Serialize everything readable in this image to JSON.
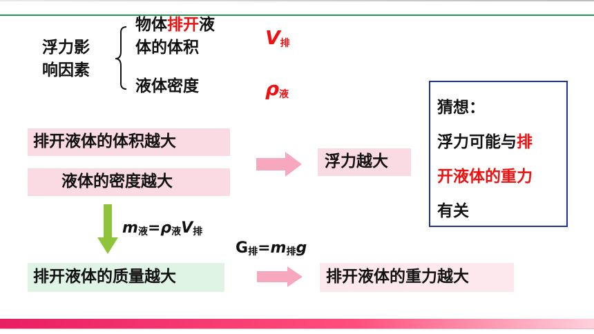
{
  "factors": {
    "label_line1": "浮力影",
    "label_line2": "响因素",
    "item1_pre": "物体",
    "item1_red": "排开",
    "item1_post": "液",
    "item1_line2": "体的体积",
    "item2": "液体密度",
    "sym1_main": "V",
    "sym1_sub": "排",
    "sym2_main": "ρ",
    "sym2_sub": "液"
  },
  "boxes": {
    "volume": "排开液体的体积越大",
    "density": "液体的密度越大",
    "buoyancy": "浮力越大",
    "mass": "排开液体的质量越大",
    "weight": "排开液体的重力越大"
  },
  "formulas": {
    "mass": {
      "m": "m",
      "m_sub": "液",
      "eq": "=",
      "rho": "ρ",
      "rho_sub": "液",
      "v": "V",
      "v_sub": "排"
    },
    "gravity": {
      "g": "G",
      "g_sub": "排",
      "eq": "=",
      "m": "m",
      "m_sub": "排",
      "gg": "g"
    }
  },
  "guess": {
    "line1": "猜想：",
    "line2_black": "浮力可能与",
    "line2_red": "排",
    "line3_red": "开液体的重力",
    "line4": "有关"
  },
  "colors": {
    "top_rule": "#1e9a52",
    "bottom_bar": "#e91e63",
    "arrow_pink": "#f7a8bf",
    "arrow_green": "#8fc43a",
    "guess_border": "#1d2fa0",
    "emphasis": "#ee1111"
  }
}
